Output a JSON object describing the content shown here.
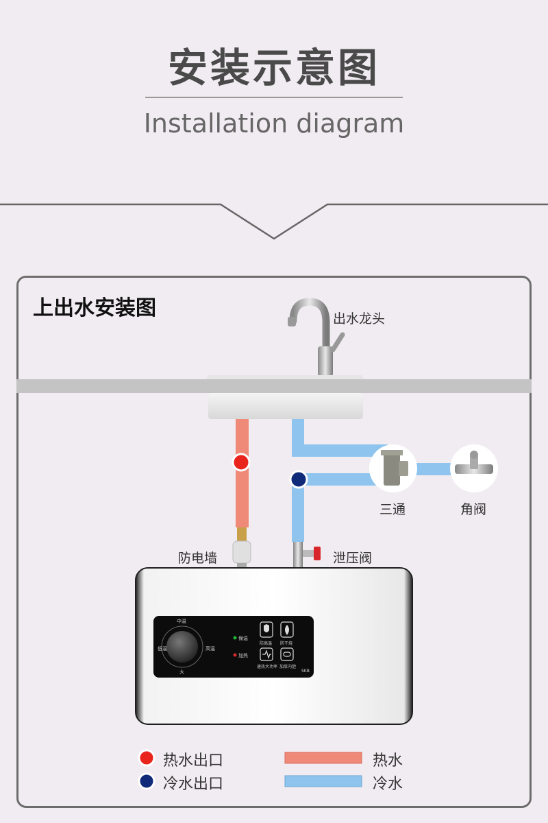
{
  "header": {
    "title_cn": "安装示意图",
    "title_en": "Installation diagram"
  },
  "panel": {
    "title": "上出水安装图"
  },
  "labels": {
    "faucet": "出水龙头",
    "tee": "三通",
    "angle_valve": "角阀",
    "anti_electric_wall": "防电墙",
    "relief_valve": "泄压阀"
  },
  "heater": {
    "dial_labels": [
      "中温",
      "高温",
      "大",
      "低温"
    ],
    "indicators": [
      "保温",
      "加热"
    ],
    "features": [
      "防高温",
      "防干烧",
      "速热大功率",
      "加厚内胆"
    ],
    "model": "SKB"
  },
  "legend": {
    "hot_outlet": "热水出口",
    "cold_outlet": "冷水出口",
    "hot_water": "热水",
    "cold_water": "冷水"
  },
  "colors": {
    "hot_pipe": "#f08a78",
    "cold_pipe": "#8ec4ee",
    "hot_dot": "#e8241c",
    "cold_dot": "#0f2a78"
  }
}
